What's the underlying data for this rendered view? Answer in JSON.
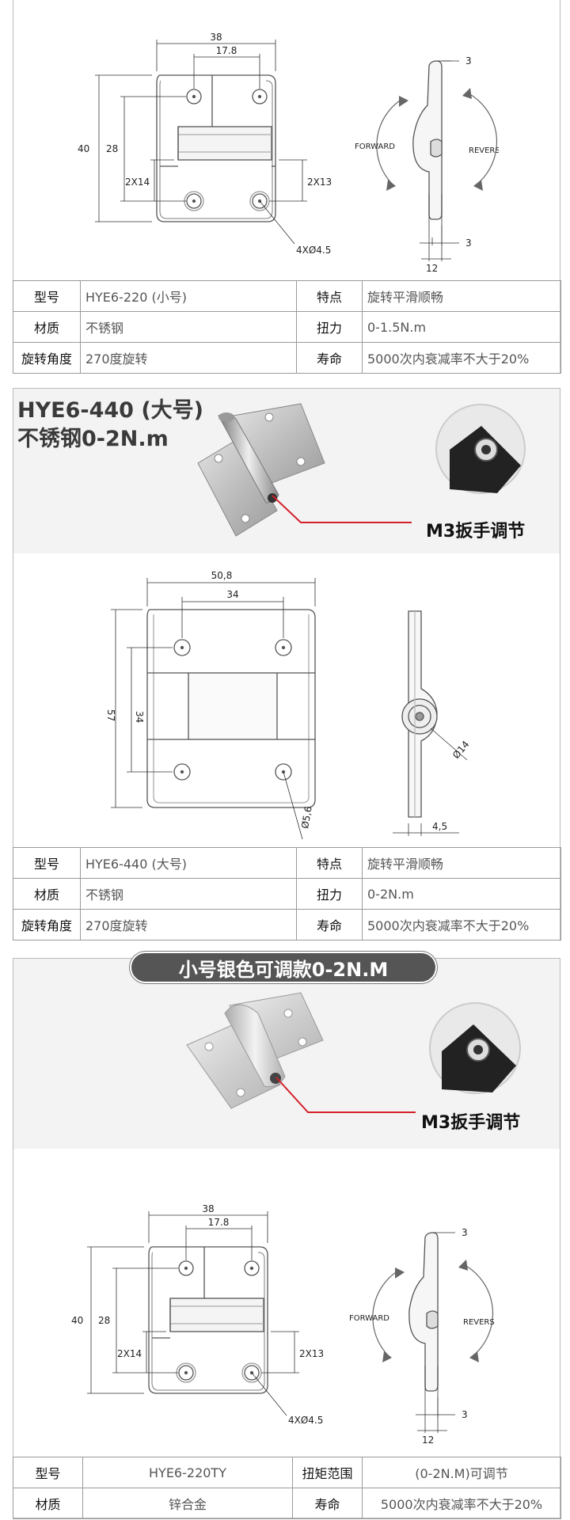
{
  "section1": {
    "dims": {
      "w38": "38",
      "w17_8": "17.8",
      "h40": "40",
      "h28": "28",
      "h2x14": "2X14",
      "h2x13": "2X13",
      "holes": "4XØ4.5",
      "side3_top": "3",
      "side3_bot": "3",
      "side12": "12",
      "forward": "FORWARD",
      "reverse": "REVERSE"
    },
    "table": [
      [
        "型号",
        "HYE6-220 (小号)",
        "特点",
        "旋转平滑顺畅"
      ],
      [
        "材质",
        "不锈钢",
        "扭力",
        "0-1.5N.m"
      ],
      [
        "旋转角度",
        "270度旋转",
        "寿命",
        "5000次内衰减率不大于20%"
      ]
    ]
  },
  "section2": {
    "title_line1": "HYE6-440 (大号)",
    "title_line2": "不锈钢0-2N.m",
    "callout": "M3扳手调节",
    "dims": {
      "w50_8": "50,8",
      "w34": "34",
      "h57": "57",
      "h34": "34",
      "d14": "Ø14",
      "d5_6": "Ø5,6",
      "w4_5": "4,5"
    },
    "table": [
      [
        "型号",
        "HYE6-440 (大号)",
        "特点",
        "旋转平滑顺畅"
      ],
      [
        "材质",
        "不锈钢",
        "扭力",
        "0-2N.m"
      ],
      [
        "旋转角度",
        "270度旋转",
        "寿命",
        "5000次内衰减率不大于20%"
      ]
    ]
  },
  "section3": {
    "banner": "小号银色可调款0-2N.M",
    "callout": "M3扳手调节",
    "dims": {
      "w38": "38",
      "w17_8": "17.8",
      "h40": "40",
      "h28": "28",
      "h2x14": "2X14",
      "h2x13": "2X13",
      "holes": "4XØ4.5",
      "side3_top": "3",
      "side3_bot": "3",
      "side12": "12",
      "forward": "FORWARD",
      "reverse": "REVERSE"
    },
    "table": [
      [
        "型号",
        "HYE6-220TY",
        "扭矩范围",
        "(0-2N.M)可调节"
      ],
      [
        "材质",
        "锌合金",
        "寿命",
        "5000次内衰减率不大于20%"
      ]
    ]
  },
  "colors": {
    "accent_line": "#d4202a",
    "banner_bg": "#555555",
    "hero_bg": "#f3f3f3"
  }
}
